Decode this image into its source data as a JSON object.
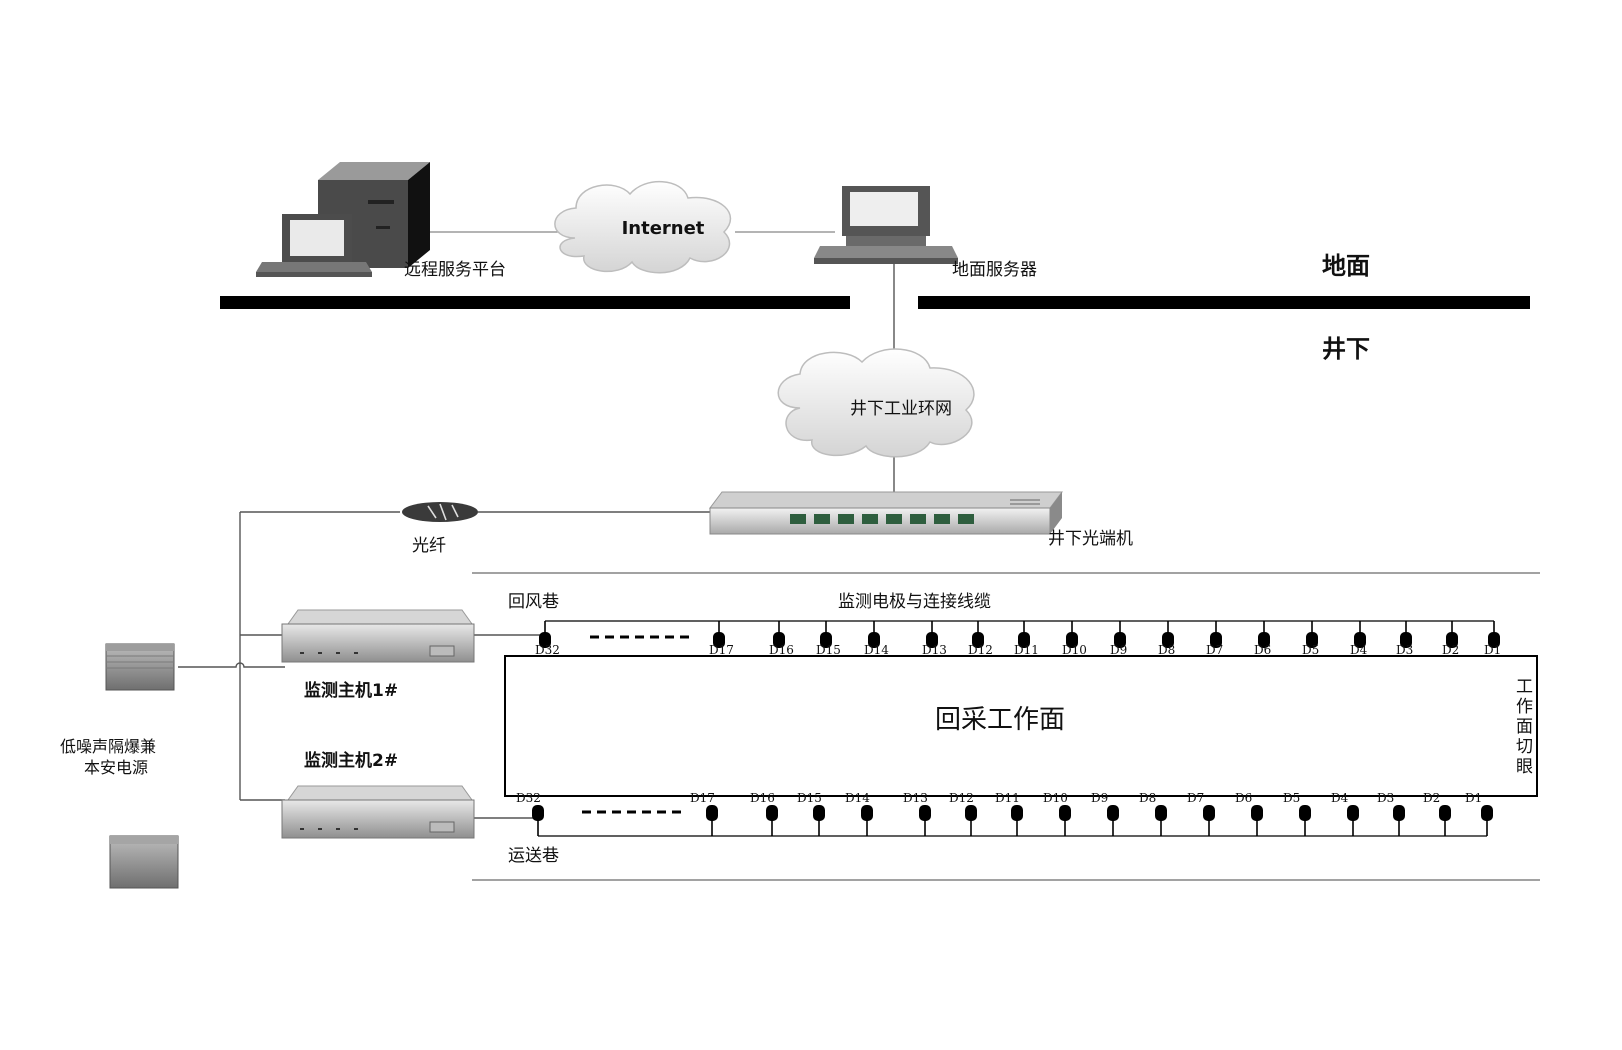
{
  "labels": {
    "remote_platform": "远程服务平台",
    "internet": "Internet",
    "ground_server": "地面服务器",
    "surface": "地面",
    "underground": "井下",
    "ring_network": "井下工业环网",
    "optical_terminal": "井下光端机",
    "fiber": "光纤",
    "return_roadway": "回风巷",
    "electrode_cable": "监测电极与连接线缆",
    "monitor_host_1": "监测主机1#",
    "monitor_host_2": "监测主机2#",
    "power_supply_line1": "低噪声隔爆兼",
    "power_supply_line2": "本安电源",
    "working_face": "回采工作面",
    "cut_eye": "工作面切眼",
    "transport_roadway": "运送巷"
  },
  "electrodes": {
    "top": [
      "D32",
      "D17",
      "D16",
      "D15",
      "D14",
      "D13",
      "D12",
      "D11",
      "D10",
      "D9",
      "D8",
      "D7",
      "D6",
      "D5",
      "D4",
      "D3",
      "D2",
      "D1"
    ],
    "bottom": [
      "D32",
      "D17",
      "D16",
      "D15",
      "D14",
      "D13",
      "D12",
      "D11",
      "D10",
      "D9",
      "D8",
      "D7",
      "D6",
      "D5",
      "D4",
      "D3",
      "D2",
      "D1"
    ]
  }
}
